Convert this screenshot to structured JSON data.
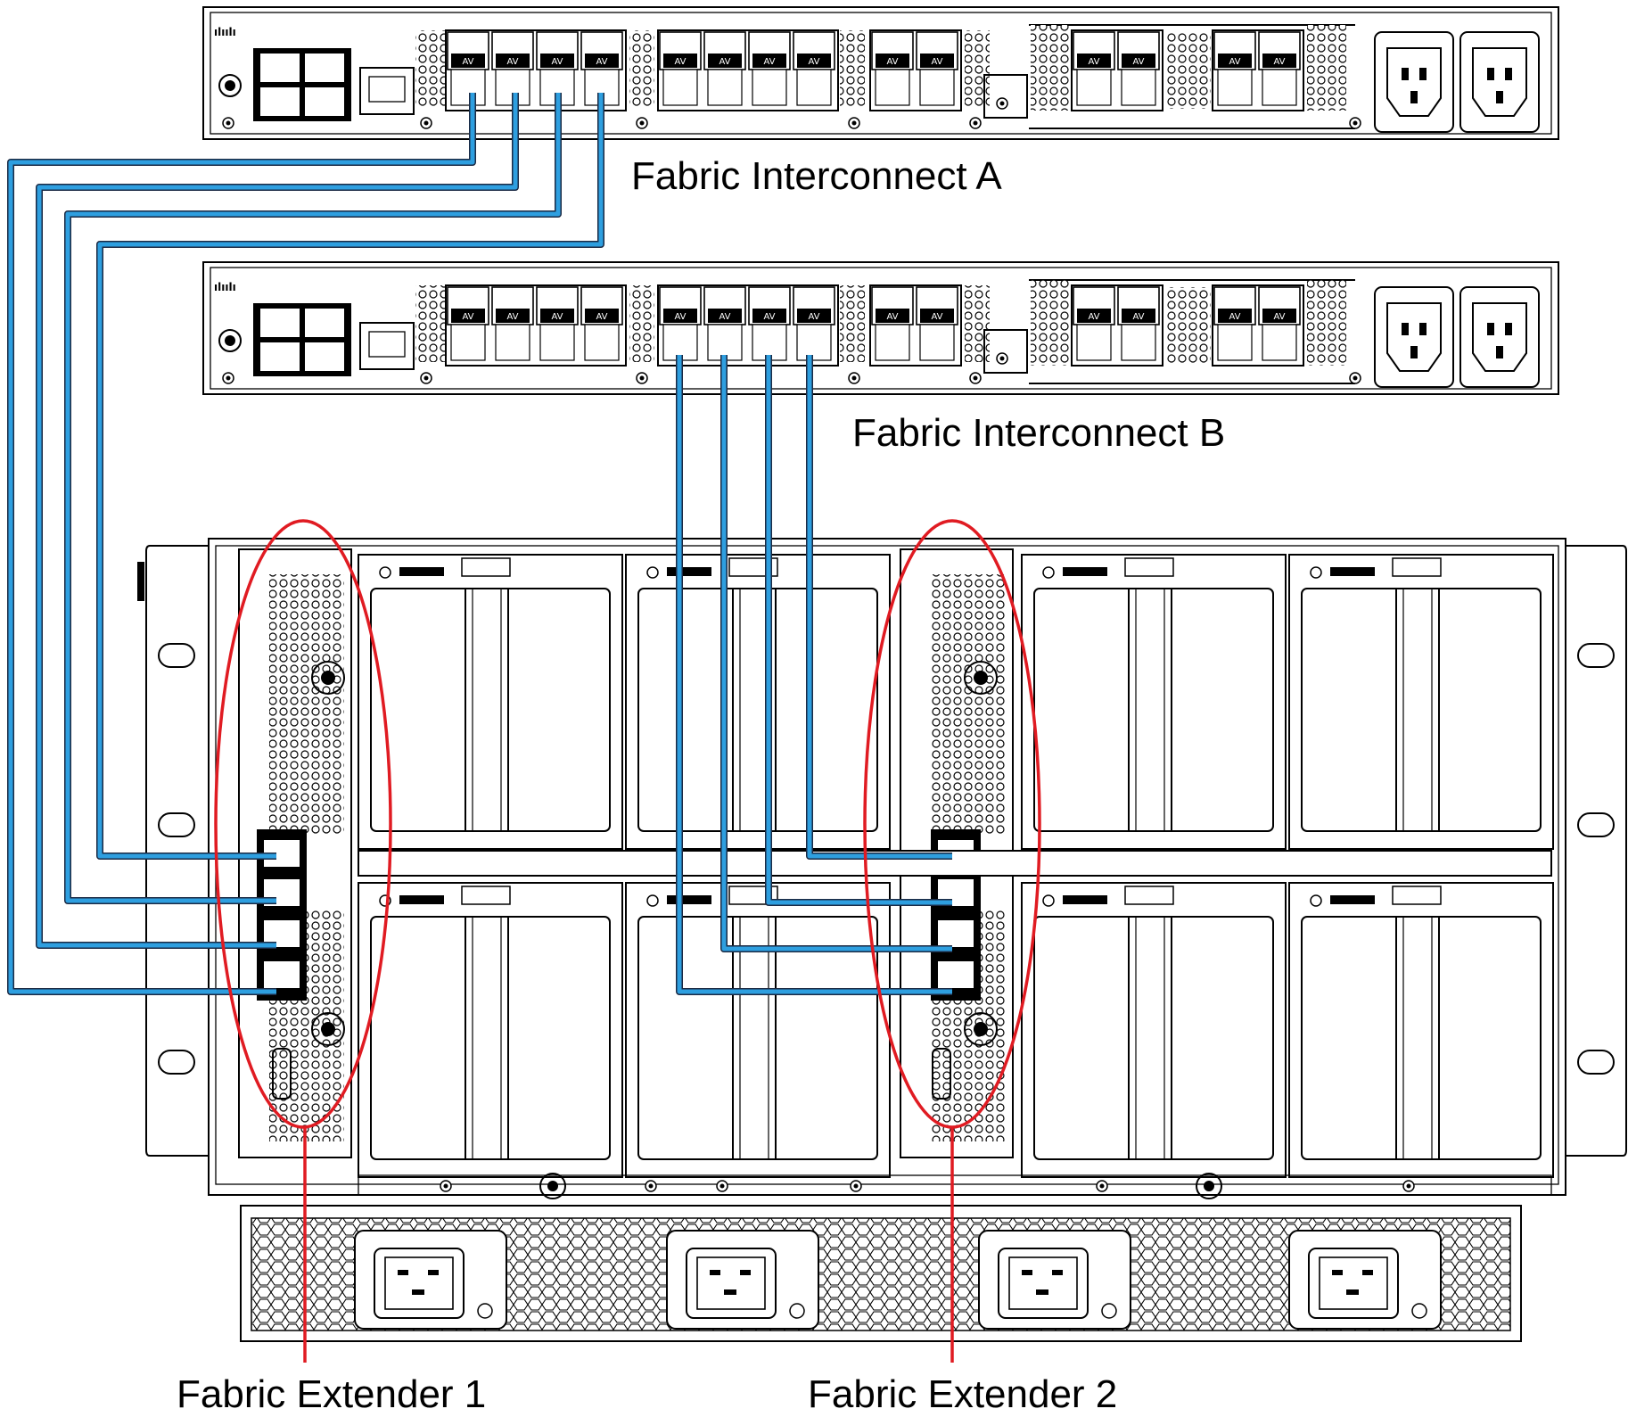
{
  "labels": {
    "fi_a": "Fabric Interconnect A",
    "fi_b": "Fabric Interconnect B",
    "fex_1": "Fabric Extender 1",
    "fex_2": "Fabric Extender 2"
  },
  "colors": {
    "cable": "#2e9fe0",
    "cable_edge": "#1b2a44",
    "highlight": "#e01b22"
  },
  "icons": [
    "cisco-logo-icon",
    "power-inlet-icon",
    "sfp-port-icon",
    "rj45-port-icon",
    "usb-port-icon",
    "screw-icon"
  ]
}
